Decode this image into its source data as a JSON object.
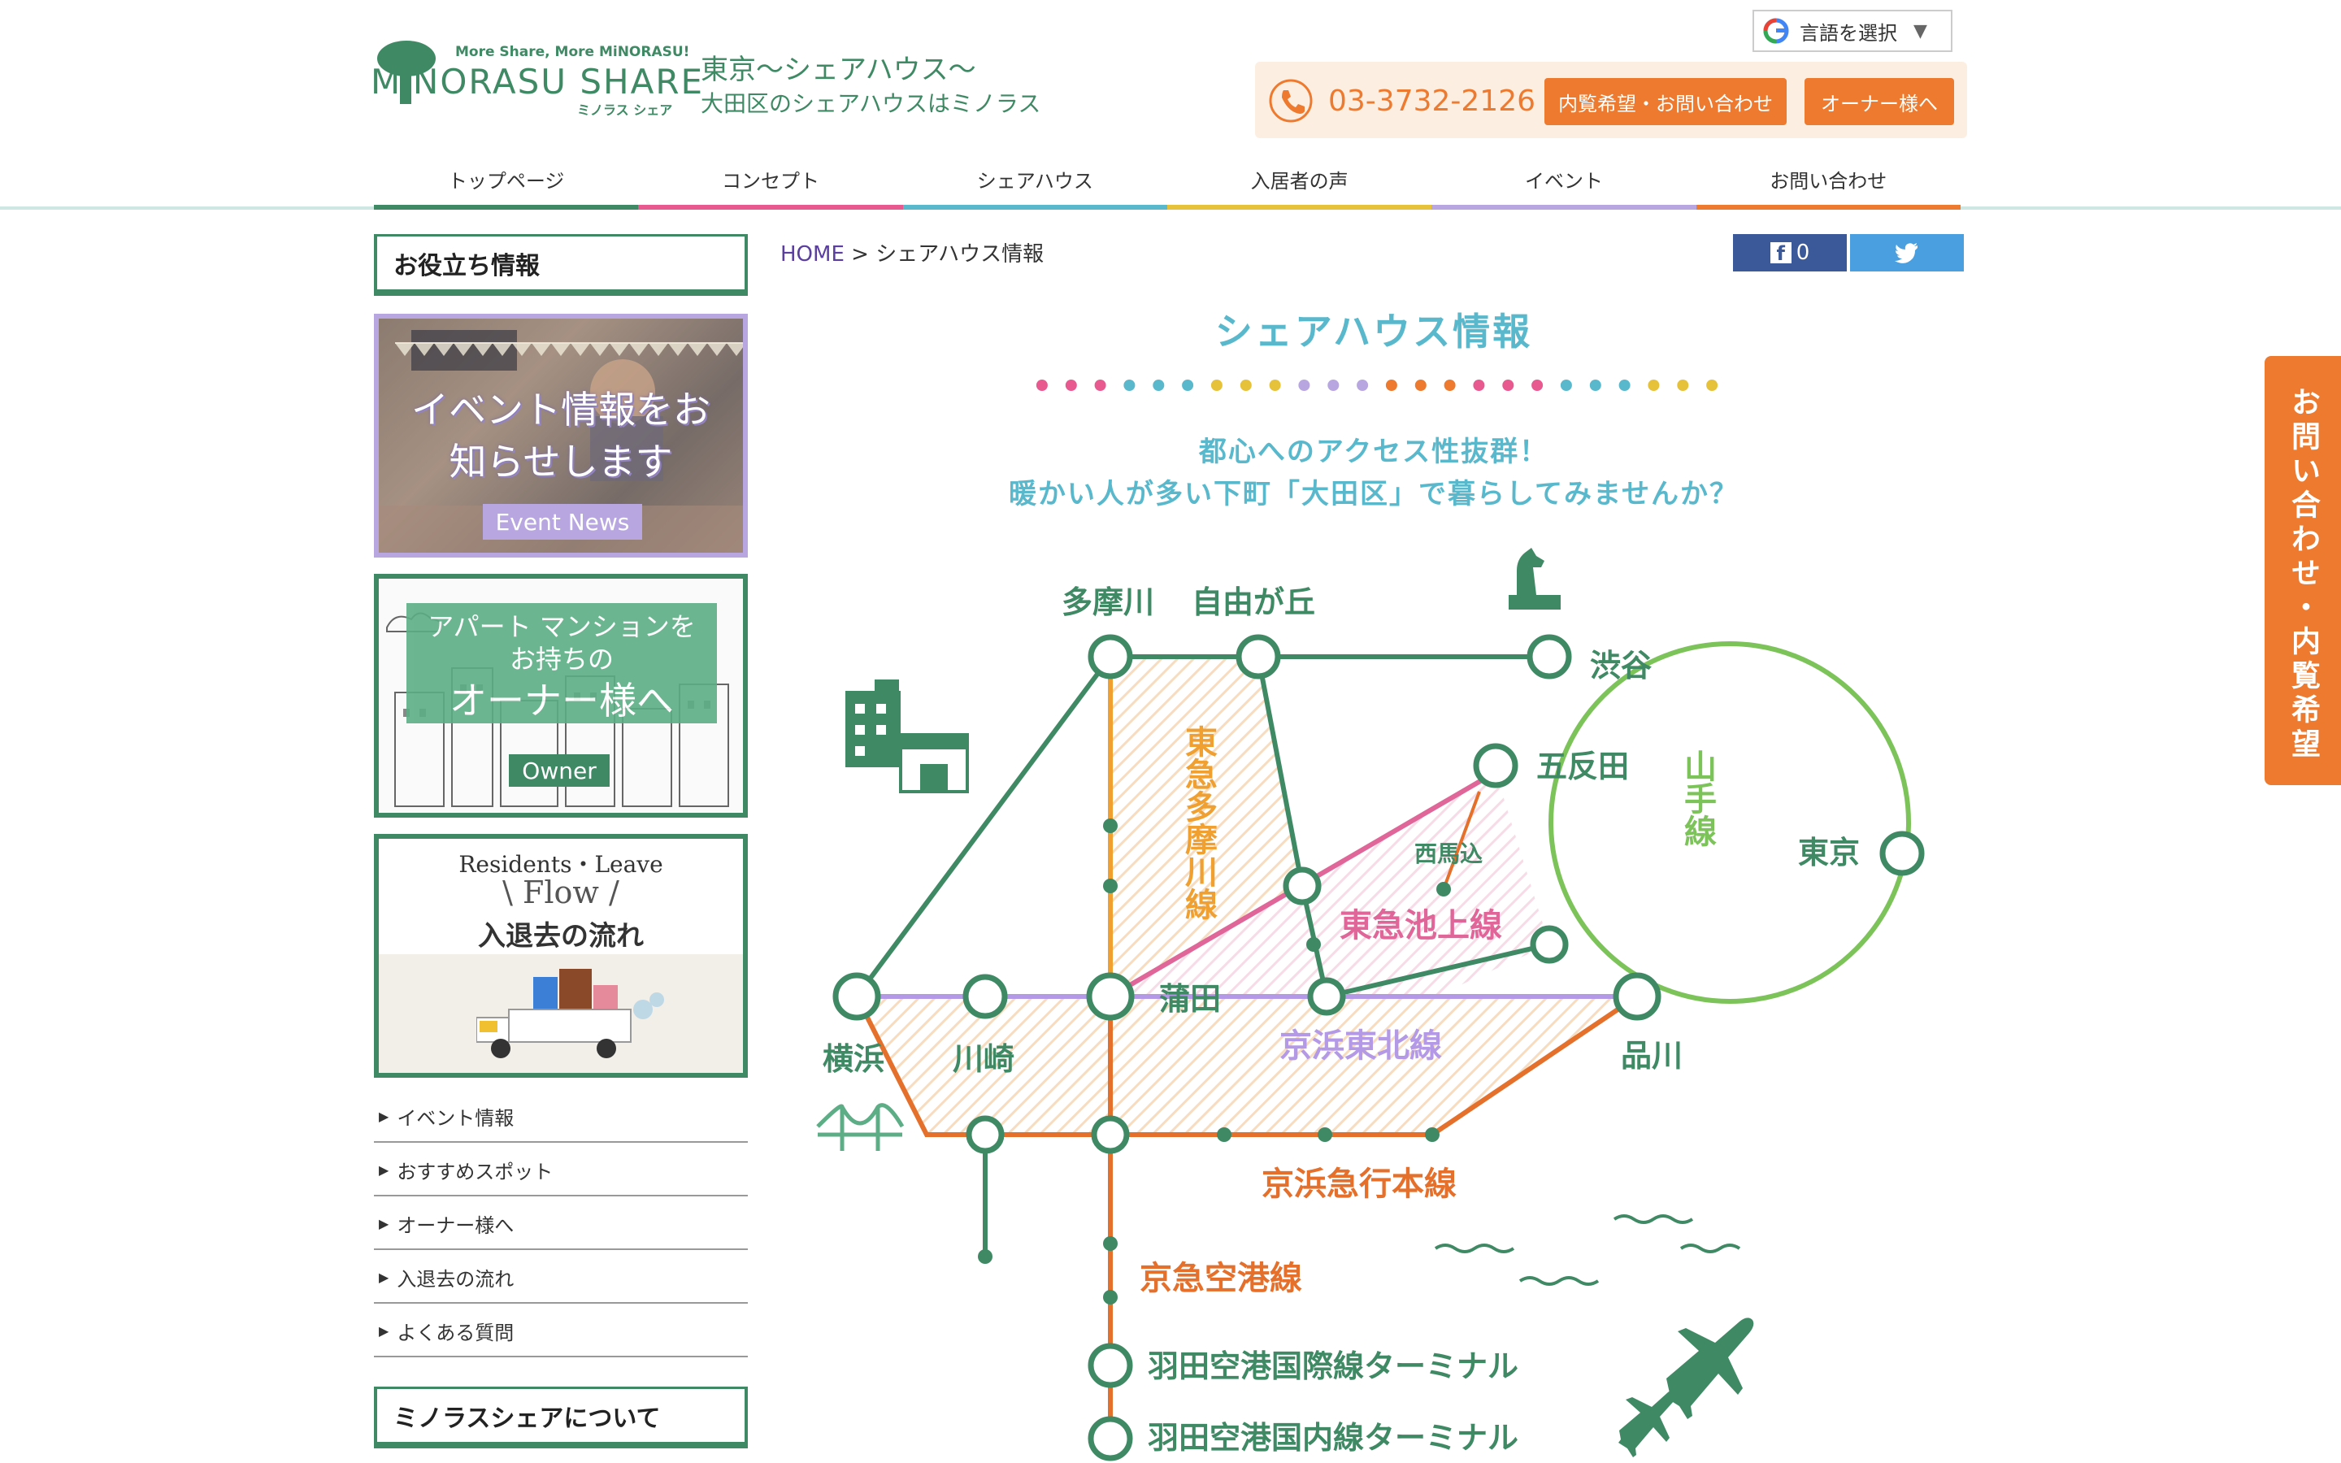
{
  "header": {
    "logo_tagline": "More Share, More MiNORASU!",
    "logo_main": "MiNORASU SHARE",
    "logo_kana": "ミノラス シェア",
    "site_title": "東京〜シェアハウス〜",
    "site_subtitle": "大田区のシェアハウスはミノラス",
    "language_select": "言語を選択",
    "phone": "03-3732-2126",
    "inquiry_button": "内覧希望・お問い合わせ",
    "owner_button": "オーナー様へ"
  },
  "nav": {
    "items": [
      {
        "label": "トップページ",
        "color": "#3f8a65"
      },
      {
        "label": "コンセプト",
        "color": "#e8598f"
      },
      {
        "label": "シェアハウス",
        "color": "#5ab8cc"
      },
      {
        "label": "入居者の声",
        "color": "#e6c23a"
      },
      {
        "label": "イベント",
        "color": "#b8a6e0"
      },
      {
        "label": "お問い合わせ",
        "color": "#ed7a2e"
      }
    ]
  },
  "sidebar": {
    "useful_heading": "お役立ち情報",
    "event_banner_text": "イベント情報をお知らせします",
    "event_banner_tag": "Event News",
    "owner_banner_line1": "アパート マンションを",
    "owner_banner_line2": "お持ちの",
    "owner_banner_line3": "オーナー様へ",
    "owner_banner_tag": "Owner",
    "flow_line1": "Residents・Leave",
    "flow_line2": "\\ Flow /",
    "flow_line3": "入退去の流れ",
    "links": [
      "イベント情報",
      "おすすめスポット",
      "オーナー様へ",
      "入退去の流れ",
      "よくある質問"
    ],
    "about_heading": "ミノラスシェアについて"
  },
  "main": {
    "breadcrumb_home": "HOME",
    "breadcrumb_sep": ">",
    "breadcrumb_current": "シェアハウス情報",
    "fb_count": "0",
    "title": "シェアハウス情報",
    "catch1": "都心へのアクセス性抜群！",
    "catch2": "暖かい人が多い下町「大田区」で暮らしてみませんか？"
  },
  "map": {
    "stations": {
      "tamagawa": "多摩川",
      "jiyugaoka": "自由が丘",
      "shibuya": "渋谷",
      "gotanda": "五反田",
      "nishimagome": "西馬込",
      "tokyo": "東京",
      "kamata": "蒲田",
      "yokohama": "横浜",
      "kawasaki": "川崎",
      "shinagawa": "品川",
      "haneda_intl": "羽田空港国際線ターミナル",
      "haneda_dom": "羽田空港国内線ターミナル"
    },
    "lines": {
      "tamagawa_line": "東急多摩川線",
      "ikegami_line": "東急池上線",
      "yamanote_line": "山手線",
      "keihin_tohoku": "京浜東北線",
      "keikyu_main": "京浜急行本線",
      "keikyu_airport": "京急空港線"
    },
    "colors": {
      "green": "#3f8a65",
      "yamanote": "#7cc35a",
      "orange": "#f0a030",
      "pink": "#e06699",
      "purple": "#b49ae6",
      "keikyu": "#e4702c"
    }
  },
  "float_tab": "お問い合わせ・内覧希望",
  "dot_colors": [
    "#e8598f",
    "#e8598f",
    "#e8598f",
    "#5ab8cc",
    "#5ab8cc",
    "#5ab8cc",
    "#e6c23a",
    "#e6c23a",
    "#e6c23a",
    "#b8a6e0",
    "#b8a6e0",
    "#b8a6e0",
    "#ed7a2e",
    "#ed7a2e",
    "#ed7a2e",
    "#e8598f",
    "#e8598f",
    "#e8598f",
    "#5ab8cc",
    "#5ab8cc",
    "#5ab8cc",
    "#e6c23a",
    "#e6c23a",
    "#e6c23a"
  ]
}
